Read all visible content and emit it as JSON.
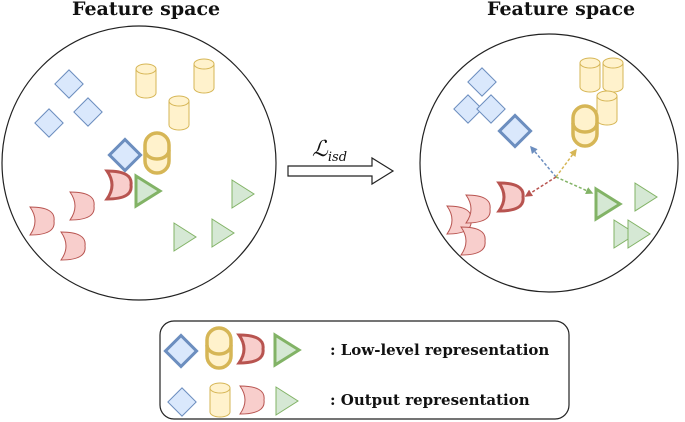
{
  "titles": {
    "left": "Feature space",
    "right": "Feature space"
  },
  "arrow_label": {
    "main": "ℒ",
    "sub": "isd"
  },
  "legend": {
    "low_level": ": Low-level representation",
    "output": ": Output representation"
  },
  "colors": {
    "blue_fill": "#dae8fc",
    "blue_stroke": "#6c8ebf",
    "yellow_fill": "#fff2cc",
    "yellow_stroke": "#d6b656",
    "red_fill": "#f8cecc",
    "red_stroke": "#b85450",
    "green_fill": "#d5e8d4",
    "green_stroke": "#82b366"
  },
  "icons": [
    "diamond-icon",
    "cylinder-icon",
    "crescent-icon",
    "triangle-icon"
  ]
}
